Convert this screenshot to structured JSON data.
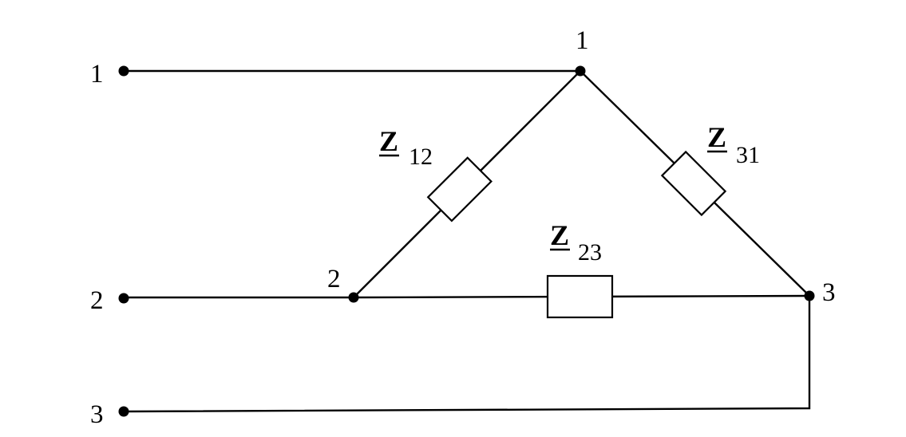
{
  "terminals": [
    "1",
    "2",
    "3"
  ],
  "nodes": [
    "1",
    "2",
    "3"
  ],
  "impedances": [
    {
      "symbol": "Z",
      "subscript": "12"
    },
    {
      "symbol": "Z",
      "subscript": "31"
    },
    {
      "symbol": "Z",
      "subscript": "23"
    }
  ]
}
